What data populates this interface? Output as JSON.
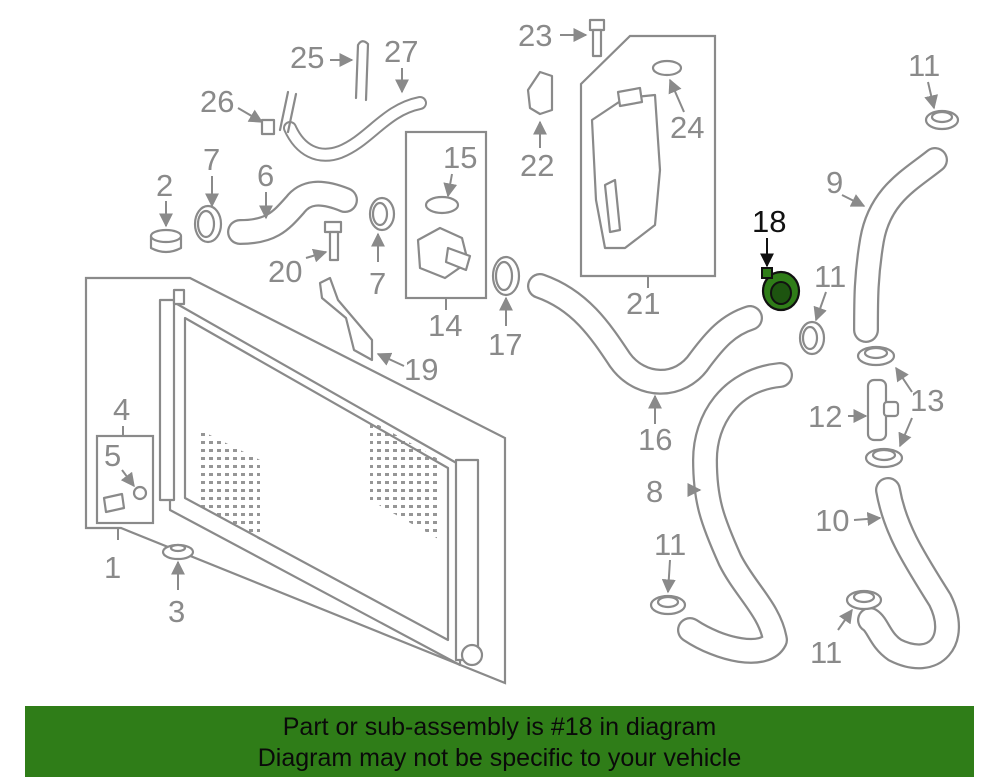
{
  "callouts": {
    "c1": "1",
    "c2": "2",
    "c3": "3",
    "c4": "4",
    "c5": "5",
    "c6": "6",
    "c7a": "7",
    "c7b": "7",
    "c8": "8",
    "c9": "9",
    "c10": "10",
    "c11a": "11",
    "c11b": "11",
    "c11c": "11",
    "c11d": "11",
    "c12": "12",
    "c13": "13",
    "c14": "14",
    "c15": "15",
    "c16": "16",
    "c17": "17",
    "c18": "18",
    "c19": "19",
    "c20": "20",
    "c21": "21",
    "c22": "22",
    "c23": "23",
    "c24": "24",
    "c25": "25",
    "c26": "26",
    "c27": "27"
  },
  "highlight": {
    "part": "18",
    "color": "#2f7d18"
  },
  "banner": {
    "line1": "Part or sub-assembly is #18 in diagram",
    "line2": "Diagram may not be specific to your vehicle",
    "color": "#2f7d18"
  }
}
